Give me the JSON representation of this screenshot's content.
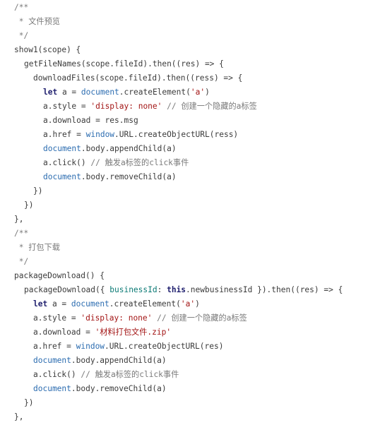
{
  "code": {
    "indent_unit": 2,
    "lines": [
      {
        "indent": 1,
        "tokens": [
          {
            "t": "/**",
            "k": "comment"
          }
        ]
      },
      {
        "indent": 1,
        "tokens": [
          {
            "t": " * 文件预览",
            "k": "comment"
          }
        ]
      },
      {
        "indent": 1,
        "tokens": [
          {
            "t": " */",
            "k": "comment"
          }
        ]
      },
      {
        "indent": 1,
        "tokens": [
          {
            "t": "show1(scope) {",
            "k": "plain"
          }
        ]
      },
      {
        "indent": 2,
        "tokens": [
          {
            "t": "getFileNames(scope.fileId).then((res) => {",
            "k": "plain"
          }
        ]
      },
      {
        "indent": 3,
        "tokens": [
          {
            "t": "downloadFiles(scope.fileId).then((ress) => {",
            "k": "plain"
          }
        ]
      },
      {
        "indent": 4,
        "tokens": [
          {
            "t": "let",
            "k": "keyword"
          },
          {
            "t": " a = ",
            "k": "plain"
          },
          {
            "t": "document",
            "k": "builtin"
          },
          {
            "t": ".createElement(",
            "k": "plain"
          },
          {
            "t": "'a'",
            "k": "string"
          },
          {
            "t": ")",
            "k": "plain"
          }
        ]
      },
      {
        "indent": 4,
        "tokens": [
          {
            "t": "a.style = ",
            "k": "plain"
          },
          {
            "t": "'display: none'",
            "k": "string"
          },
          {
            "t": " // 创建一个隐藏的a标签",
            "k": "comment"
          }
        ]
      },
      {
        "indent": 4,
        "tokens": [
          {
            "t": "a.download = res.msg",
            "k": "plain"
          }
        ]
      },
      {
        "indent": 4,
        "tokens": [
          {
            "t": "a.href = ",
            "k": "plain"
          },
          {
            "t": "window",
            "k": "builtin"
          },
          {
            "t": ".URL.createObjectURL(ress)",
            "k": "plain"
          }
        ]
      },
      {
        "indent": 4,
        "tokens": [
          {
            "t": "document",
            "k": "builtin"
          },
          {
            "t": ".body.appendChild(a)",
            "k": "plain"
          }
        ]
      },
      {
        "indent": 4,
        "tokens": [
          {
            "t": "a.click() ",
            "k": "plain"
          },
          {
            "t": "// 触发a标签的click事件",
            "k": "comment"
          }
        ]
      },
      {
        "indent": 4,
        "tokens": [
          {
            "t": "document",
            "k": "builtin"
          },
          {
            "t": ".body.removeChild(a)",
            "k": "plain"
          }
        ]
      },
      {
        "indent": 3,
        "tokens": [
          {
            "t": "})",
            "k": "plain"
          }
        ]
      },
      {
        "indent": 2,
        "tokens": [
          {
            "t": "})",
            "k": "plain"
          }
        ]
      },
      {
        "indent": 1,
        "tokens": [
          {
            "t": "},",
            "k": "plain"
          }
        ]
      },
      {
        "indent": 1,
        "tokens": [
          {
            "t": "/**",
            "k": "comment"
          }
        ]
      },
      {
        "indent": 1,
        "tokens": [
          {
            "t": " * 打包下载",
            "k": "comment"
          }
        ]
      },
      {
        "indent": 1,
        "tokens": [
          {
            "t": " */",
            "k": "comment"
          }
        ]
      },
      {
        "indent": 1,
        "tokens": [
          {
            "t": "packageDownload() {",
            "k": "plain"
          }
        ]
      },
      {
        "indent": 2,
        "tokens": [
          {
            "t": "packageDownload({ ",
            "k": "plain"
          },
          {
            "t": "businessId",
            "k": "prop"
          },
          {
            "t": ": ",
            "k": "plain"
          },
          {
            "t": "this",
            "k": "keyword"
          },
          {
            "t": ".newbusinessId }).then((res) => {",
            "k": "plain"
          }
        ]
      },
      {
        "indent": 3,
        "tokens": [
          {
            "t": "let",
            "k": "keyword"
          },
          {
            "t": " a = ",
            "k": "plain"
          },
          {
            "t": "document",
            "k": "builtin"
          },
          {
            "t": ".createElement(",
            "k": "plain"
          },
          {
            "t": "'a'",
            "k": "string"
          },
          {
            "t": ")",
            "k": "plain"
          }
        ]
      },
      {
        "indent": 3,
        "tokens": [
          {
            "t": "a.style = ",
            "k": "plain"
          },
          {
            "t": "'display: none'",
            "k": "string"
          },
          {
            "t": " // 创建一个隐藏的a标签",
            "k": "comment"
          }
        ]
      },
      {
        "indent": 3,
        "tokens": [
          {
            "t": "a.download = ",
            "k": "plain"
          },
          {
            "t": "'材料打包文件.zip'",
            "k": "string"
          }
        ]
      },
      {
        "indent": 3,
        "tokens": [
          {
            "t": "a.href = ",
            "k": "plain"
          },
          {
            "t": "window",
            "k": "builtin"
          },
          {
            "t": ".URL.createObjectURL(res)",
            "k": "plain"
          }
        ]
      },
      {
        "indent": 3,
        "tokens": [
          {
            "t": "document",
            "k": "builtin"
          },
          {
            "t": ".body.appendChild(a)",
            "k": "plain"
          }
        ]
      },
      {
        "indent": 3,
        "tokens": [
          {
            "t": "a.click() ",
            "k": "plain"
          },
          {
            "t": "// 触发a标签的click事件",
            "k": "comment"
          }
        ]
      },
      {
        "indent": 3,
        "tokens": [
          {
            "t": "document",
            "k": "builtin"
          },
          {
            "t": ".body.removeChild(a)",
            "k": "plain"
          }
        ]
      },
      {
        "indent": 2,
        "tokens": [
          {
            "t": "})",
            "k": "plain"
          }
        ]
      },
      {
        "indent": 1,
        "tokens": [
          {
            "t": "},",
            "k": "plain"
          }
        ]
      }
    ]
  },
  "colors": {
    "background": "#ffffff",
    "plain": "#3b3b3b",
    "comment": "#7a7a7a",
    "keyword": "#1f1f6e",
    "builtin": "#2b6cb0",
    "string": "#a31515",
    "property": "#0b7a75"
  }
}
